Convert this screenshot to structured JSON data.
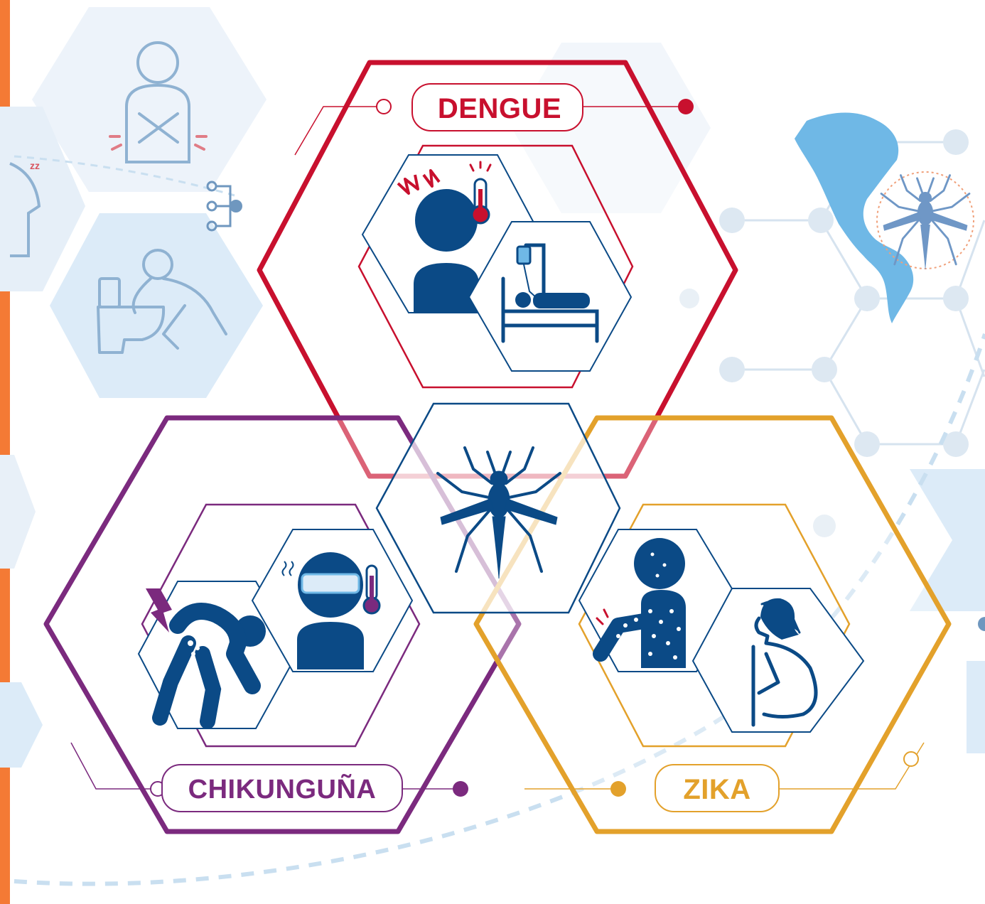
{
  "colors": {
    "accent_bar": "#f47a35",
    "navy": "#0b4a86",
    "dengue": "#c8102e",
    "chikungunya": "#7b2a7e",
    "zika": "#e3a12b",
    "pale_hex": "#dcebf8",
    "pale_line": "#c7d9ea",
    "map_blue": "#6fb8e6"
  },
  "diseases": [
    {
      "key": "dengue",
      "label": "DENGUE",
      "icons": [
        "headache-fever-icon",
        "hospital-bed-icon"
      ]
    },
    {
      "key": "chikungunya",
      "label": "CHIKUNGUÑA",
      "icons": [
        "joint-pain-icon",
        "fever-chills-icon"
      ]
    },
    {
      "key": "zika",
      "label": "ZIKA",
      "icons": [
        "skin-rash-icon",
        "pregnant-woman-icon"
      ]
    }
  ],
  "background_icons": [
    "stomach-pain-icon",
    "vomiting-icon",
    "americas-map-icon",
    "mosquito-icon"
  ],
  "center_icon": "mosquito-icon"
}
